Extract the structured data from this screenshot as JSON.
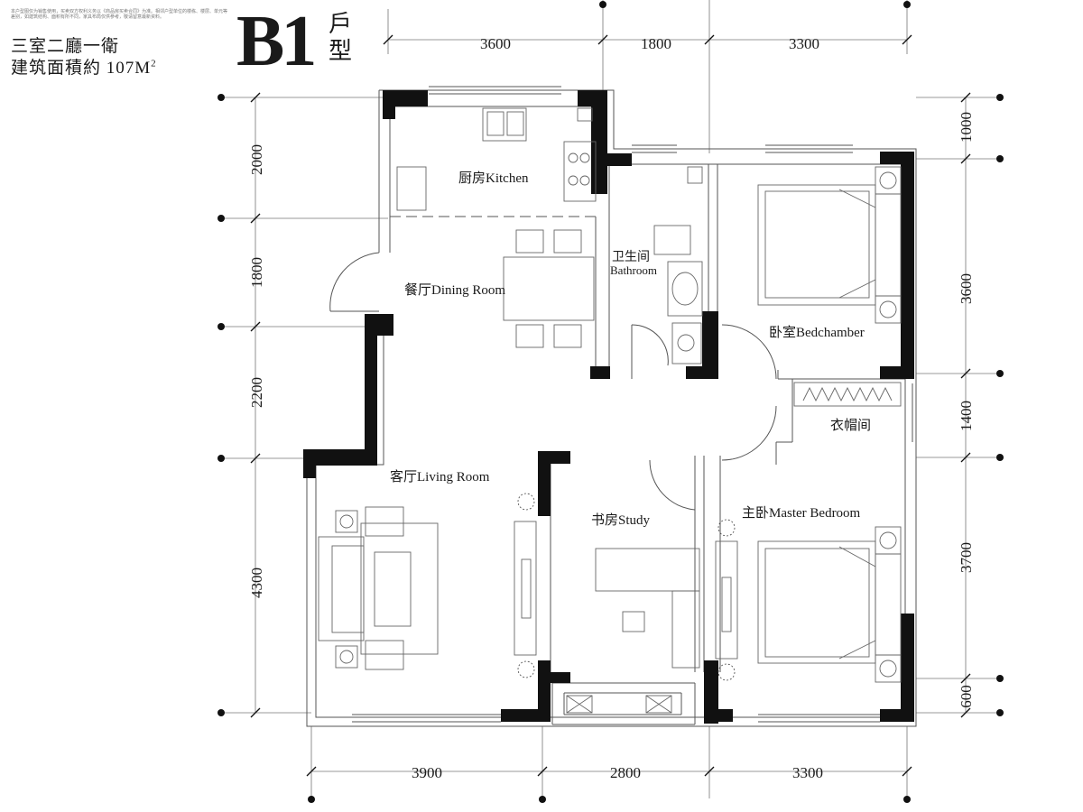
{
  "header": {
    "fine_print": "本户型图仅为销售使用，买卖双方权利义务以《商品房买卖合同》为准。相邻户型单位的楼栋、楼层、单元等差别，如建筑结构、面积有所不同，家具布局仅供参考，敬请留意最新资料。",
    "subtitle_line1": "三室二廳一衛",
    "subtitle_line2_text": "建筑面積約  107M",
    "subtitle_line2_sup": "2",
    "unit_code": "B1",
    "unit_suffix": "戶型"
  },
  "rooms": {
    "kitchen": "厨房Kitchen",
    "dining": "餐厅Dining  Room",
    "bathroom_cn": "卫生间",
    "bathroom_en": "Bathroom",
    "bedchamber": "卧室Bedchamber",
    "cloakroom": "衣帽间",
    "living": "客厅Living  Room",
    "study": "书房Study",
    "master": "主卧Master  Bedroom"
  },
  "dimensions": {
    "top": [
      "3600",
      "1800",
      "3300"
    ],
    "bottom": [
      "3900",
      "2800",
      "3300"
    ],
    "left": [
      "2000",
      "1800",
      "2200",
      "4300"
    ],
    "right": [
      "1000",
      "3600",
      "1400",
      "3700",
      "600"
    ]
  },
  "colors": {
    "wall": "#111111",
    "line": "#555555",
    "dim_line": "#777777"
  }
}
